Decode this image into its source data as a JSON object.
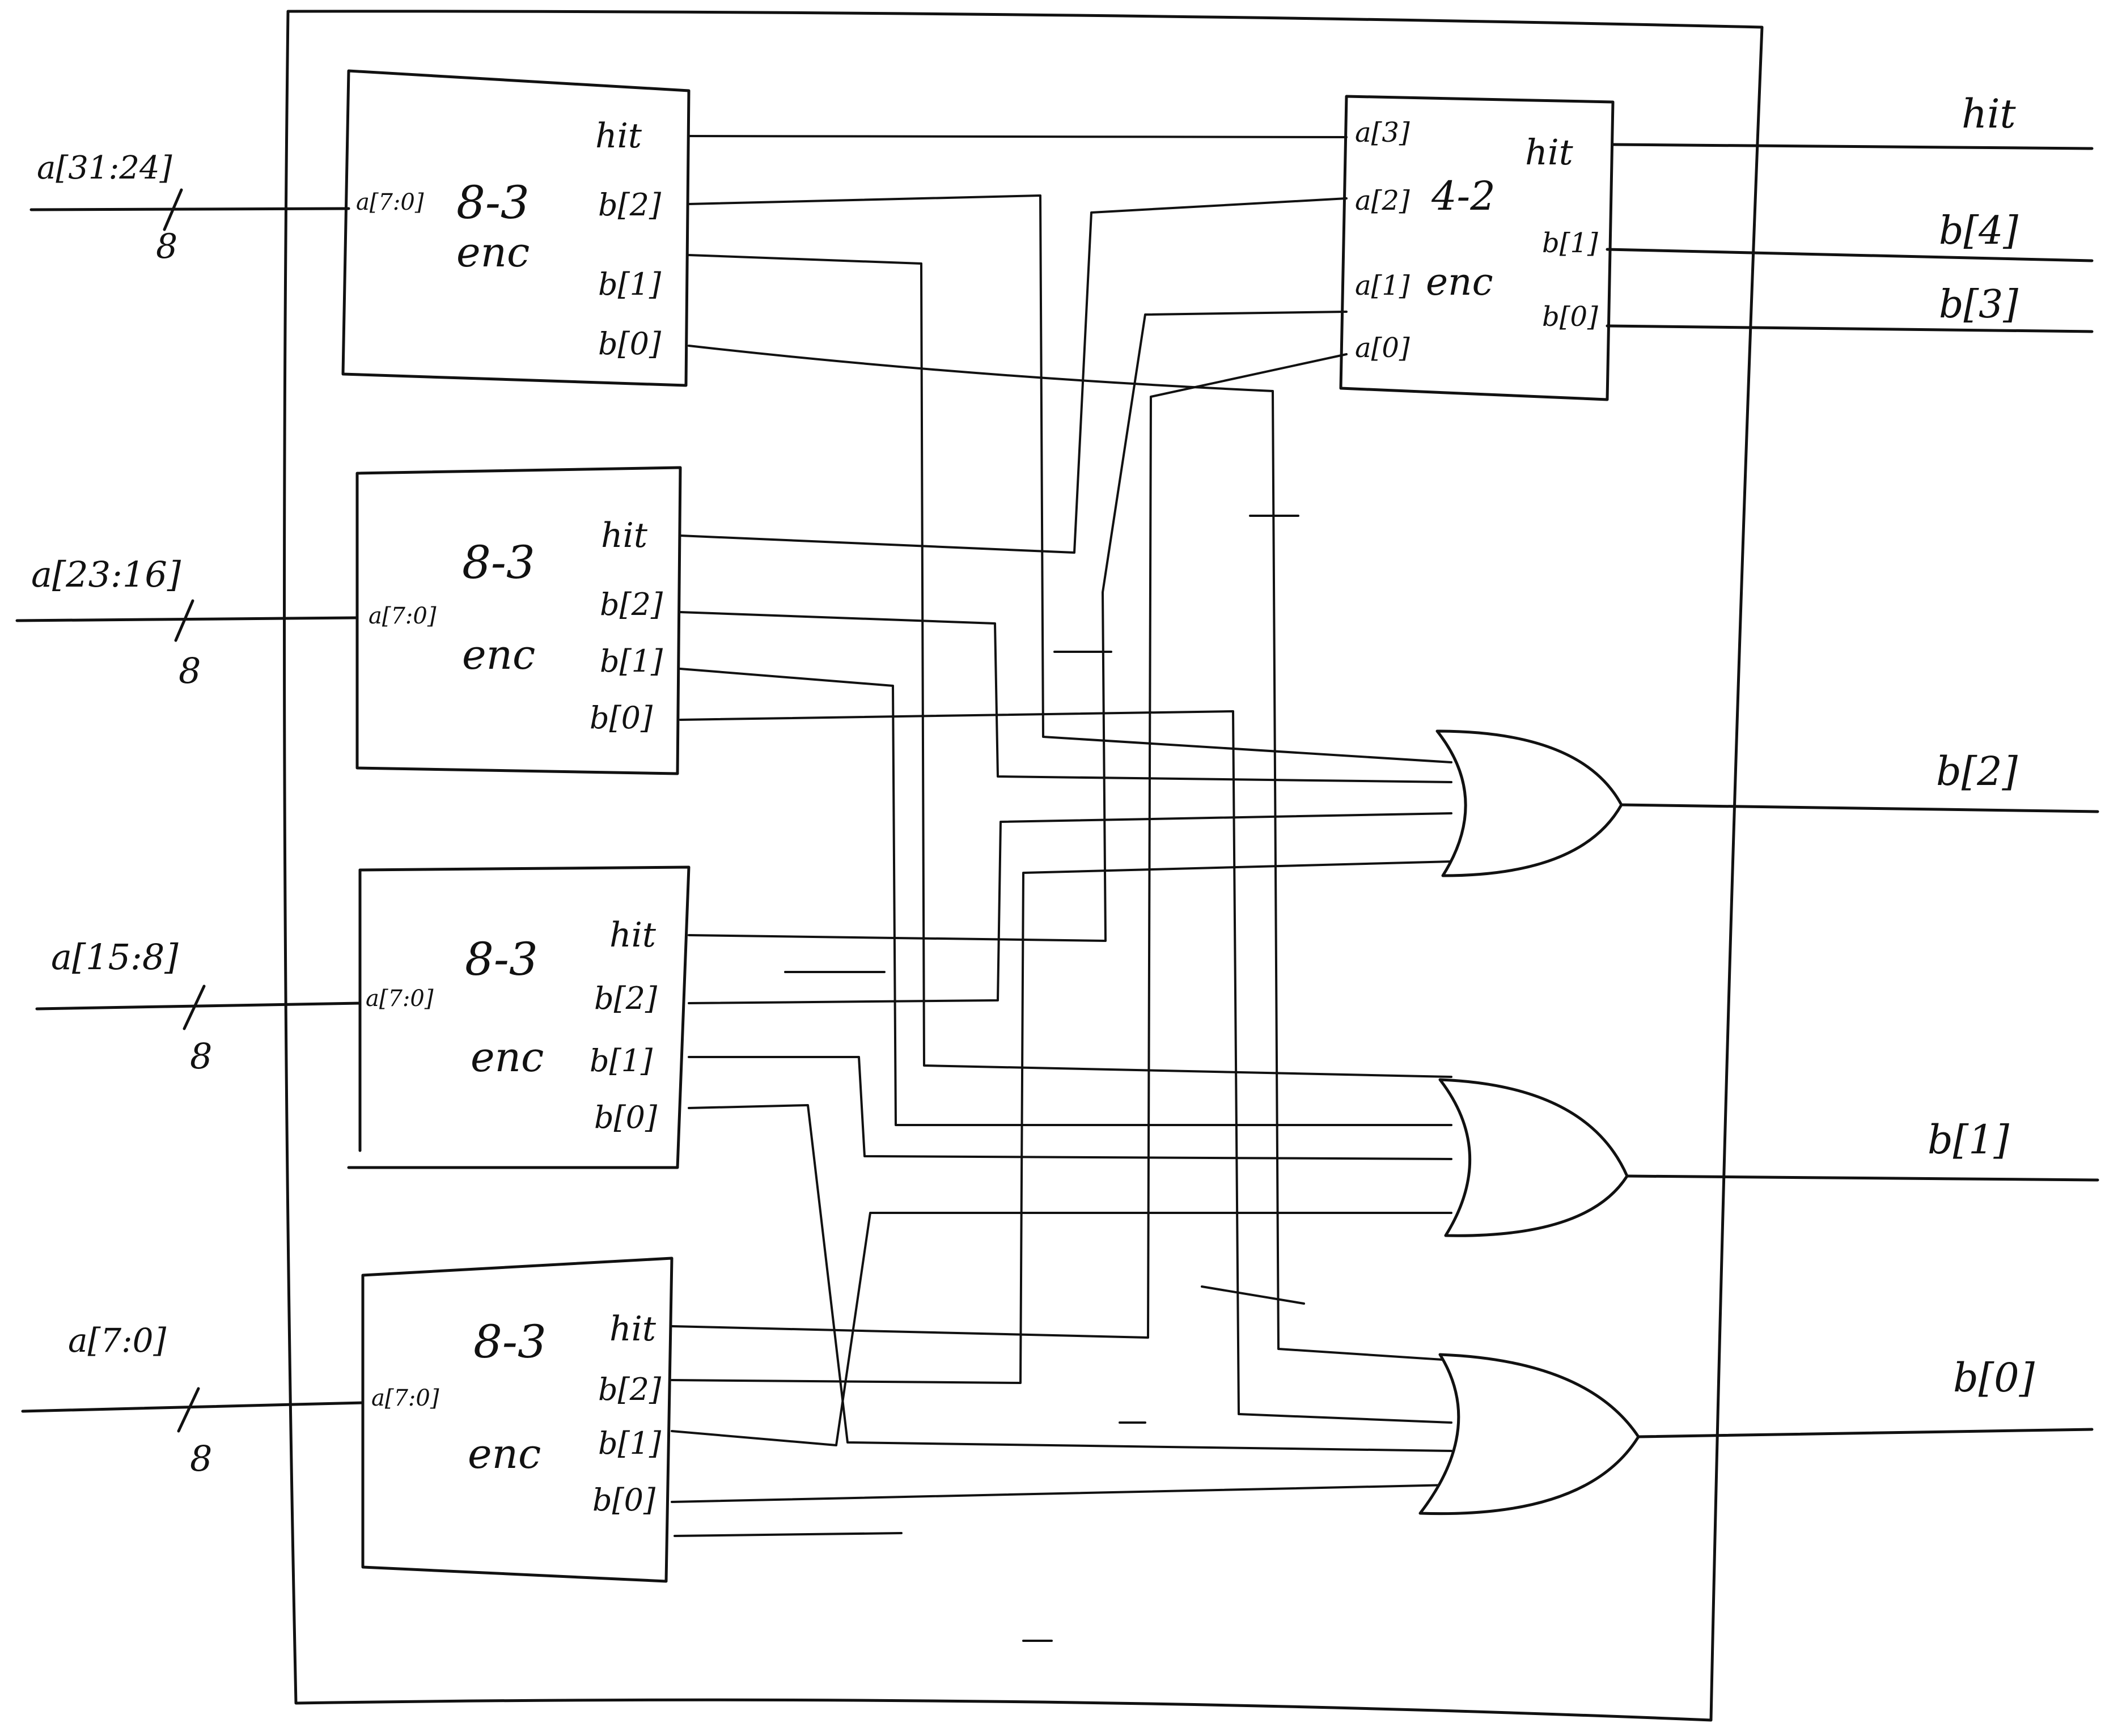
{
  "inputs": {
    "a31_24": "a[31:24]",
    "a23_16": "a[23:16]",
    "a15_8": "a[15:8]",
    "a7_0": "a[7:0]",
    "bus_width": "8"
  },
  "outputs": {
    "hit": "hit",
    "b4": "b[4]",
    "b3": "b[3]",
    "b2": "b[2]",
    "b1": "b[1]",
    "b0": "b[0]"
  },
  "encoder_8_3": {
    "name": "8-3",
    "enc": "enc",
    "input_port": "a[7:0]",
    "ports": {
      "hit": "hit",
      "b2": "b[2]",
      "b1": "b[1]",
      "b0": "b[0]"
    }
  },
  "encoder_4_2": {
    "name": "4-2",
    "enc": "enc",
    "in_ports": {
      "a3": "a[3]",
      "a2": "a[2]",
      "a1": "a[1]",
      "a0": "a[0]"
    },
    "out_ports": {
      "hit": "hit",
      "b1": "b[1]",
      "b0": "b[0]"
    }
  }
}
